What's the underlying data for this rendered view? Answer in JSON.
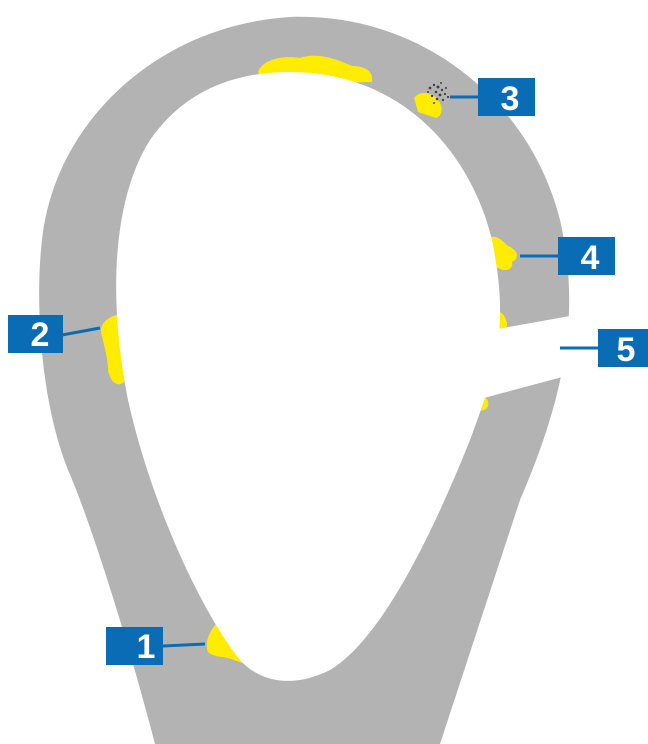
{
  "diagram": {
    "colors": {
      "ring": "#b3b3b3",
      "defect": "#ffec00",
      "callout": "#0a6cb5",
      "callout_text": "#ffffff",
      "hole": "#ffffff",
      "leader": "#0a6cb5",
      "speckle": "#404040"
    },
    "callouts": [
      {
        "id": "1",
        "label": "1"
      },
      {
        "id": "2",
        "label": "2"
      },
      {
        "id": "3",
        "label": "3"
      },
      {
        "id": "4",
        "label": "4"
      },
      {
        "id": "5",
        "label": "5"
      }
    ]
  }
}
